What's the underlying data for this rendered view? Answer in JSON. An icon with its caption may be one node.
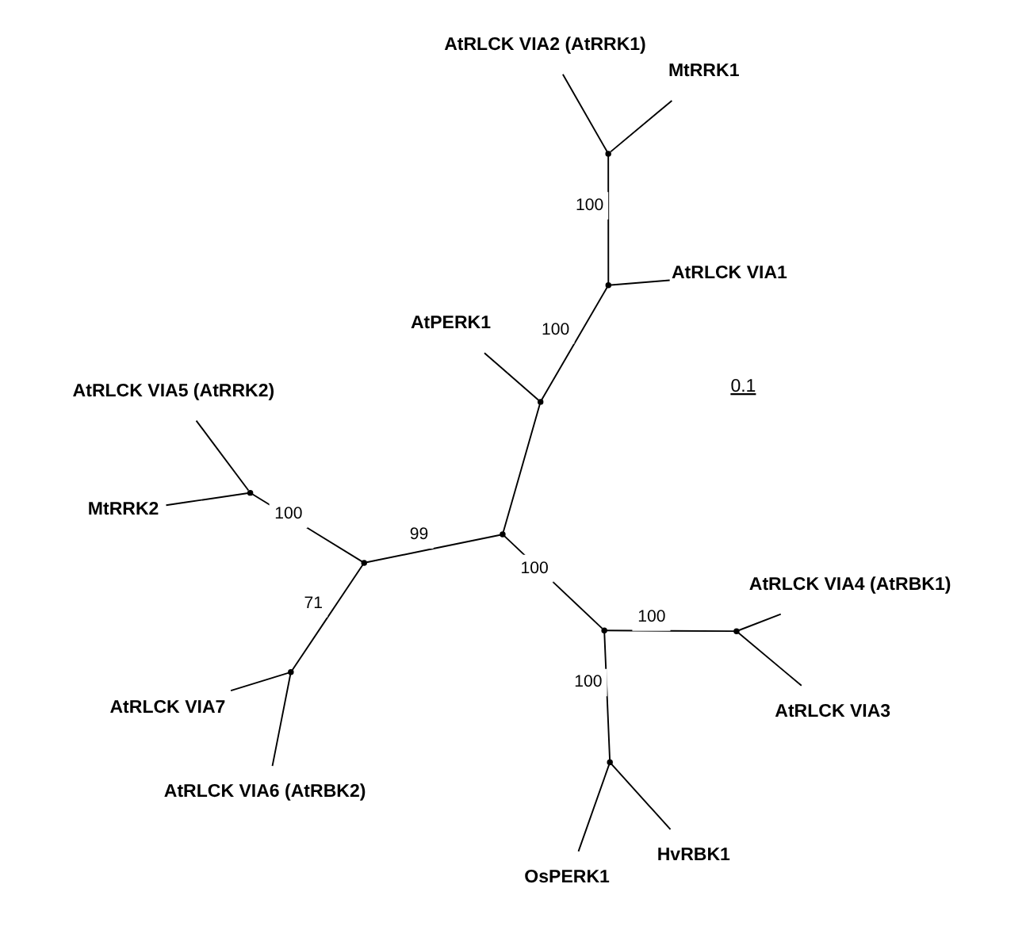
{
  "diagram": {
    "nodes": [
      {
        "text": [
          "AtPERK1"
        ]
      },
      {
        "text": [
          "AtRLCK VIA1"
        ]
      },
      {
        "text": [
          "MtRRK1"
        ]
      },
      {
        "text": [
          "AtRLCK VIA2 (AtRRK1)"
        ]
      },
      {
        "text": [
          "AtRLCK VIA3"
        ]
      },
      {
        "text": [
          "AtRLCK VIA4 (AtRBK1)"
        ]
      },
      {
        "text": [
          "OsPERK1"
        ]
      },
      {
        "text": [
          "HvRBK1"
        ]
      },
      {
        "text": [
          "AtRLCK VIA7"
        ]
      },
      {
        "text": [
          "AtRLCK VIA6 (AtRBK2)"
        ]
      },
      {
        "text": [
          "MtRRK2"
        ]
      },
      {
        "text": [
          "AtRLCK VIA5 (AtRRK2)"
        ]
      },
      {
        "text": [],
        "shape": "point"
      },
      {
        "text": [],
        "shape": "point"
      },
      {
        "text": [],
        "shape": "point"
      },
      {
        "text": [],
        "shape": "point"
      },
      {
        "text": [],
        "shape": "point"
      },
      {
        "text": [],
        "shape": "point"
      },
      {
        "text": [],
        "shape": "point"
      },
      {
        "text": [],
        "shape": "point"
      },
      {
        "text": [],
        "shape": "point"
      },
      {
        "text": [],
        "shape": "point"
      }
    ],
    "edges": [
      {
        "from": 14,
        "to": 0,
        "arrow": "none"
      },
      {
        "from": 14,
        "to": 12,
        "arrow": "none",
        "label": "100"
      },
      {
        "from": 12,
        "to": 1,
        "arrow": "none"
      },
      {
        "from": 12,
        "to": 13,
        "arrow": "none",
        "label": "100"
      },
      {
        "from": 13,
        "to": 2,
        "arrow": "none"
      },
      {
        "from": 13,
        "to": 3,
        "arrow": "none"
      },
      {
        "from": 14,
        "to": 15,
        "arrow": "none"
      },
      {
        "from": 15,
        "to": 17,
        "arrow": "none",
        "label": "100"
      },
      {
        "from": 17,
        "to": 16,
        "arrow": "none",
        "label": "100"
      },
      {
        "from": 16,
        "to": 4,
        "arrow": "none"
      },
      {
        "from": 16,
        "to": 5,
        "arrow": "none"
      },
      {
        "from": 17,
        "to": 21,
        "arrow": "none",
        "label": "100"
      },
      {
        "from": 21,
        "to": 6,
        "arrow": "none"
      },
      {
        "from": 21,
        "to": 7,
        "arrow": "none"
      },
      {
        "from": 15,
        "to": 18,
        "arrow": "none",
        "label": "99"
      },
      {
        "from": 18,
        "to": 19,
        "arrow": "none",
        "label": "71"
      },
      {
        "from": 19,
        "to": 8,
        "arrow": "none"
      },
      {
        "from": 19,
        "to": 9,
        "arrow": "none"
      },
      {
        "from": 18,
        "to": 20,
        "arrow": "none",
        "label": "100"
      },
      {
        "from": 20,
        "to": 10,
        "arrow": "none"
      },
      {
        "from": 20,
        "to": 11,
        "arrow": "none"
      }
    ],
    "labels": [
      "0.1"
    ]
  }
}
